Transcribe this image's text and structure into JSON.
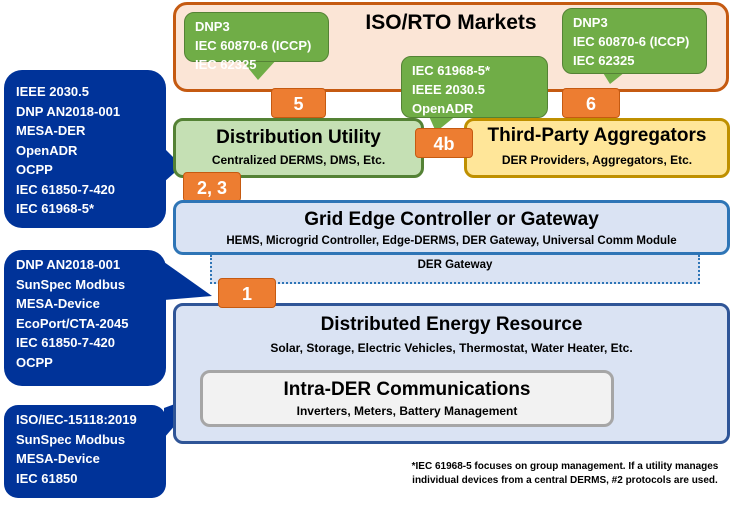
{
  "iso_rto": {
    "title": "ISO/RTO Markets"
  },
  "callouts": {
    "c5": [
      "DNP3",
      "IEC 60870-6 (ICCP)",
      "IEC 62325"
    ],
    "c6": [
      "DNP3",
      "IEC 60870-6 (ICCP)",
      "IEC 62325"
    ],
    "c4b": [
      "IEC 61968-5*",
      "IEEE 2030.5",
      "OpenADR"
    ],
    "c23": [
      "IEEE 2030.5",
      "DNP AN2018-001",
      "MESA-DER",
      "OpenADR",
      "OCPP",
      "IEC 61850-7-420",
      "IEC 61968-5*"
    ],
    "c1": [
      "DNP AN2018-001",
      "SunSpec Modbus",
      "MESA-Device",
      "EcoPort/CTA-2045",
      "IEC 61850-7-420",
      "OCPP"
    ],
    "cintra": [
      "ISO/IEC-15118:2019",
      "SunSpec Modbus",
      "MESA-Device",
      "IEC 61850"
    ]
  },
  "badges": {
    "b5": "5",
    "b6": "6",
    "b4b": "4b",
    "b23": "2, 3",
    "b1": "1"
  },
  "distribution_utility": {
    "title": "Distribution Utility",
    "subtitle": "Centralized DERMS, DMS, Etc."
  },
  "third_party": {
    "title": "Third-Party Aggregators",
    "subtitle": "DER Providers, Aggregators, Etc."
  },
  "grid_edge": {
    "title": "Grid Edge Controller or Gateway",
    "subtitle": "HEMS, Microgrid Controller, Edge-DERMS, DER Gateway, Universal Comm Module",
    "der_gateway": "DER Gateway"
  },
  "der": {
    "title": "Distributed Energy Resource",
    "subtitle": "Solar, Storage, Electric Vehicles, Thermostat, Water Heater, Etc."
  },
  "intra_der": {
    "title": "Intra-DER Communications",
    "subtitle": "Inverters, Meters, Battery Management"
  },
  "footnote": [
    "*IEC 61968-5 focuses on group management. If a utility manages",
    "individual devices from a central DERMS, #2 protocols are used."
  ],
  "colors": {
    "iso_fill": "#fbe5d6",
    "iso_border": "#c55a11",
    "green": "#70ad47",
    "orange": "#ed7d31",
    "blue_callout": "#003399",
    "du_fill": "#c5e0b4",
    "tpa_fill": "#ffe699",
    "ge_fill": "#dae3f3"
  }
}
